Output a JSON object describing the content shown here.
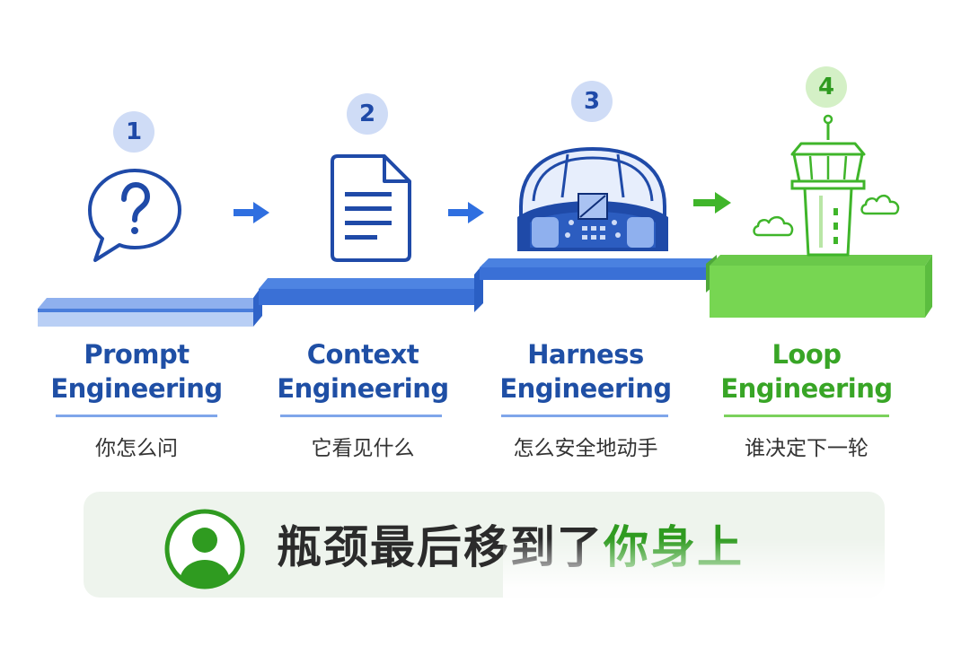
{
  "steps": [
    {
      "number": "1",
      "title_line1": "Prompt",
      "title_line2": "Engineering",
      "subtitle": "你怎么问",
      "icon": "question-bubble-icon",
      "color": "#1f4fa5"
    },
    {
      "number": "2",
      "title_line1": "Context",
      "title_line2": "Engineering",
      "subtitle": "它看见什么",
      "icon": "document-icon",
      "color": "#1f4fa5"
    },
    {
      "number": "3",
      "title_line1": "Harness",
      "title_line2": "Engineering",
      "subtitle": "怎么安全地动手",
      "icon": "cockpit-icon",
      "color": "#1f4fa5"
    },
    {
      "number": "4",
      "title_line1": "Loop",
      "title_line2": "Engineering",
      "subtitle": "谁决定下一轮",
      "icon": "control-tower-icon",
      "color": "#38a526"
    }
  ],
  "banner": {
    "text_main": "瓶颈最后移到了",
    "text_accent": "你身上",
    "icon": "user-icon"
  },
  "colors": {
    "blue": "#1f4fa5",
    "blue_light": "#cfdcf6",
    "green": "#38a526",
    "green_light": "#d4f0c6",
    "banner_bg": "#eef4ed"
  }
}
